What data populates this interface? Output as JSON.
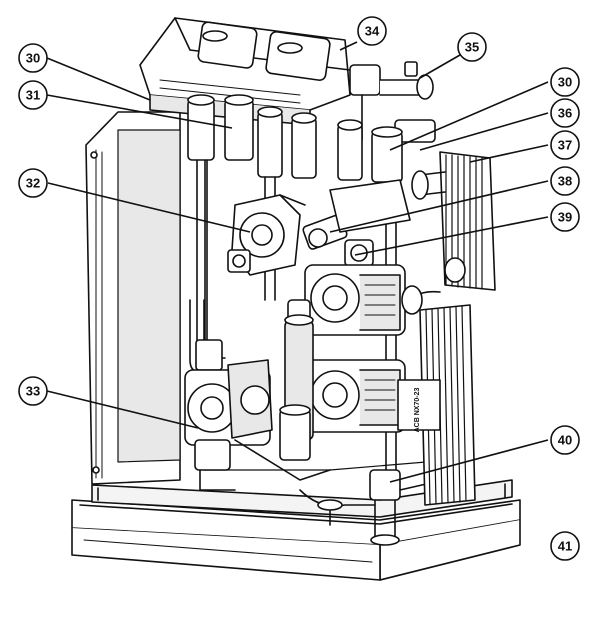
{
  "callouts": [
    {
      "id": "30a",
      "label": "30"
    },
    {
      "id": "31",
      "label": "31"
    },
    {
      "id": "32",
      "label": "32"
    },
    {
      "id": "33",
      "label": "33"
    },
    {
      "id": "34",
      "label": "34"
    },
    {
      "id": "35",
      "label": "35"
    },
    {
      "id": "30b",
      "label": "30"
    },
    {
      "id": "36",
      "label": "36"
    },
    {
      "id": "37",
      "label": "37"
    },
    {
      "id": "38",
      "label": "38"
    },
    {
      "id": "39",
      "label": "39"
    },
    {
      "id": "40",
      "label": "40"
    },
    {
      "id": "41",
      "label": "41"
    }
  ],
  "nameplate": {
    "text": "ACB NX70-23"
  },
  "style": {
    "line_color": "#111111",
    "fill_color": "#ffffff",
    "shade_color": "#d9d9d9"
  }
}
